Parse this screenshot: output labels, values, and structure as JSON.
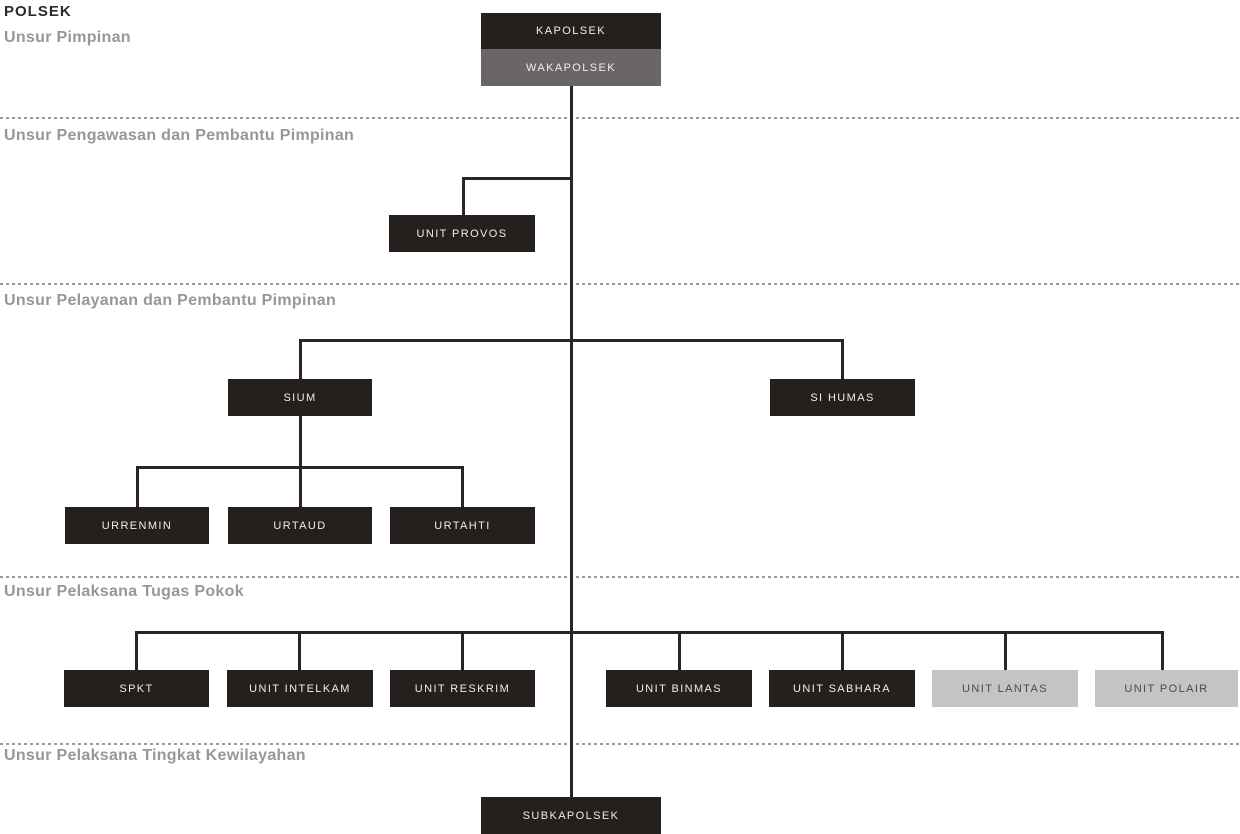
{
  "title": "POLSEK",
  "sections": [
    {
      "label": "Unsur Pimpinan"
    },
    {
      "label": "Unsur Pengawasan dan Pembantu Pimpinan"
    },
    {
      "label": "Unsur Pelayanan dan Pembantu Pimpinan"
    },
    {
      "label": "Unsur Pelaksana Tugas Pokok"
    },
    {
      "label": "Unsur Pelaksana Tingkat Kewilayahan"
    }
  ],
  "nodes": {
    "kapolsek": {
      "label": "KAPOLSEK",
      "style": "dark",
      "section": "Unsur Pimpinan"
    },
    "wakapolsek": {
      "label": "WAKAPOLSEK",
      "style": "gray",
      "section": "Unsur Pimpinan"
    },
    "unit_provos": {
      "label": "UNIT PROVOS",
      "style": "dark",
      "section": "Unsur Pengawasan dan Pembantu Pimpinan"
    },
    "sium": {
      "label": "SIUM",
      "style": "dark",
      "section": "Unsur Pelayanan dan Pembantu Pimpinan"
    },
    "si_humas": {
      "label": "SI HUMAS",
      "style": "dark",
      "section": "Unsur Pelayanan dan Pembantu Pimpinan"
    },
    "urrenmin": {
      "label": "URRENMIN",
      "style": "dark",
      "section": "Unsur Pelayanan dan Pembantu Pimpinan",
      "parent": "SIUM"
    },
    "urtaud": {
      "label": "URTAUD",
      "style": "dark",
      "section": "Unsur Pelayanan dan Pembantu Pimpinan",
      "parent": "SIUM"
    },
    "urtahti": {
      "label": "URTAHTI",
      "style": "dark",
      "section": "Unsur Pelayanan dan Pembantu Pimpinan",
      "parent": "SIUM"
    },
    "spkt": {
      "label": "SPKT",
      "style": "dark",
      "section": "Unsur Pelaksana Tugas Pokok"
    },
    "unit_intelkam": {
      "label": "UNIT INTELKAM",
      "style": "dark",
      "section": "Unsur Pelaksana Tugas Pokok"
    },
    "unit_reskrim": {
      "label": "UNIT RESKRIM",
      "style": "dark",
      "section": "Unsur Pelaksana Tugas Pokok"
    },
    "unit_binmas": {
      "label": "UNIT BINMAS",
      "style": "dark",
      "section": "Unsur Pelaksana Tugas Pokok"
    },
    "unit_sabhara": {
      "label": "UNIT SABHARA",
      "style": "dark",
      "section": "Unsur Pelaksana Tugas Pokok"
    },
    "unit_lantas": {
      "label": "UNIT LANTAS",
      "style": "light",
      "section": "Unsur Pelaksana Tugas Pokok"
    },
    "unit_polair": {
      "label": "UNIT POLAIR",
      "style": "light",
      "section": "Unsur Pelaksana Tugas Pokok"
    },
    "subkapolsek": {
      "label": "SUBKAPOLSEK",
      "style": "dark",
      "section": "Unsur Pelaksana Tingkat Kewilayahan"
    }
  },
  "colors": {
    "dark_box": "#251f1e",
    "gray_box": "#6a6667",
    "light_box": "#c5c4c4",
    "connector_line": "#2b2424",
    "divider_dash": "#9b9b9b",
    "section_label": "#989697",
    "title_text": "#2e2a2a"
  }
}
